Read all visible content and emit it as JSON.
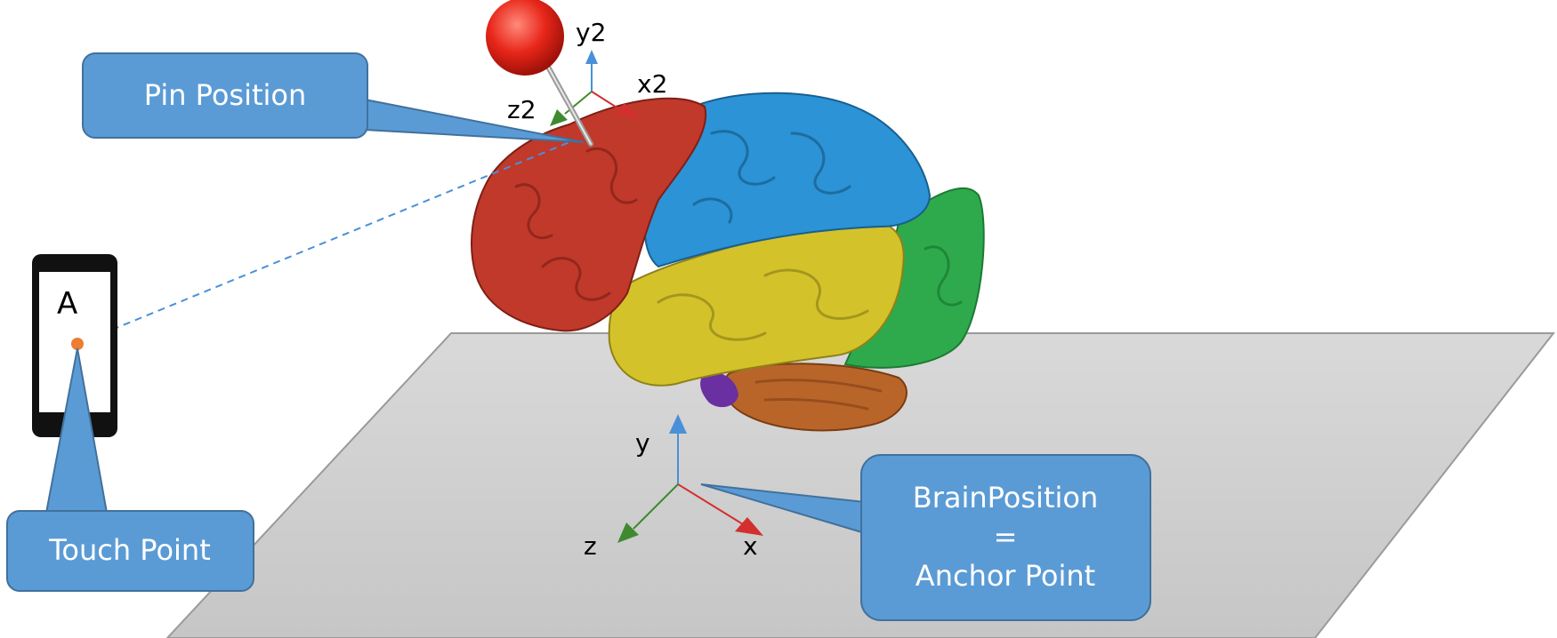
{
  "callouts": {
    "pin_position": "Pin Position",
    "touch_point": "Touch Point",
    "brain_position_line1": "BrainPosition",
    "brain_position_line2": "=",
    "brain_position_line3": "Anchor Point"
  },
  "phone": {
    "screen_label": "A"
  },
  "pin_axes": {
    "y": "y2",
    "x": "x2",
    "z": "z2"
  },
  "anchor_axes": {
    "y": "y",
    "x": "x",
    "z": "z"
  },
  "colors": {
    "callout_fill": "#5b9bd5",
    "callout_stroke": "#41719c",
    "plane_fill": "#cfcfcf",
    "brain_frontal": "#c0392b",
    "brain_parietal": "#2b93d6",
    "brain_temporal": "#d4c22a",
    "brain_occipital": "#2eaa4c",
    "brain_cerebellum": "#b9652a",
    "brain_stem": "#6a2fa0",
    "axis_x": "#d32f2f",
    "axis_y": "#4a90d9",
    "axis_z": "#3f8a2f",
    "touch_dot": "#ed7d31"
  }
}
